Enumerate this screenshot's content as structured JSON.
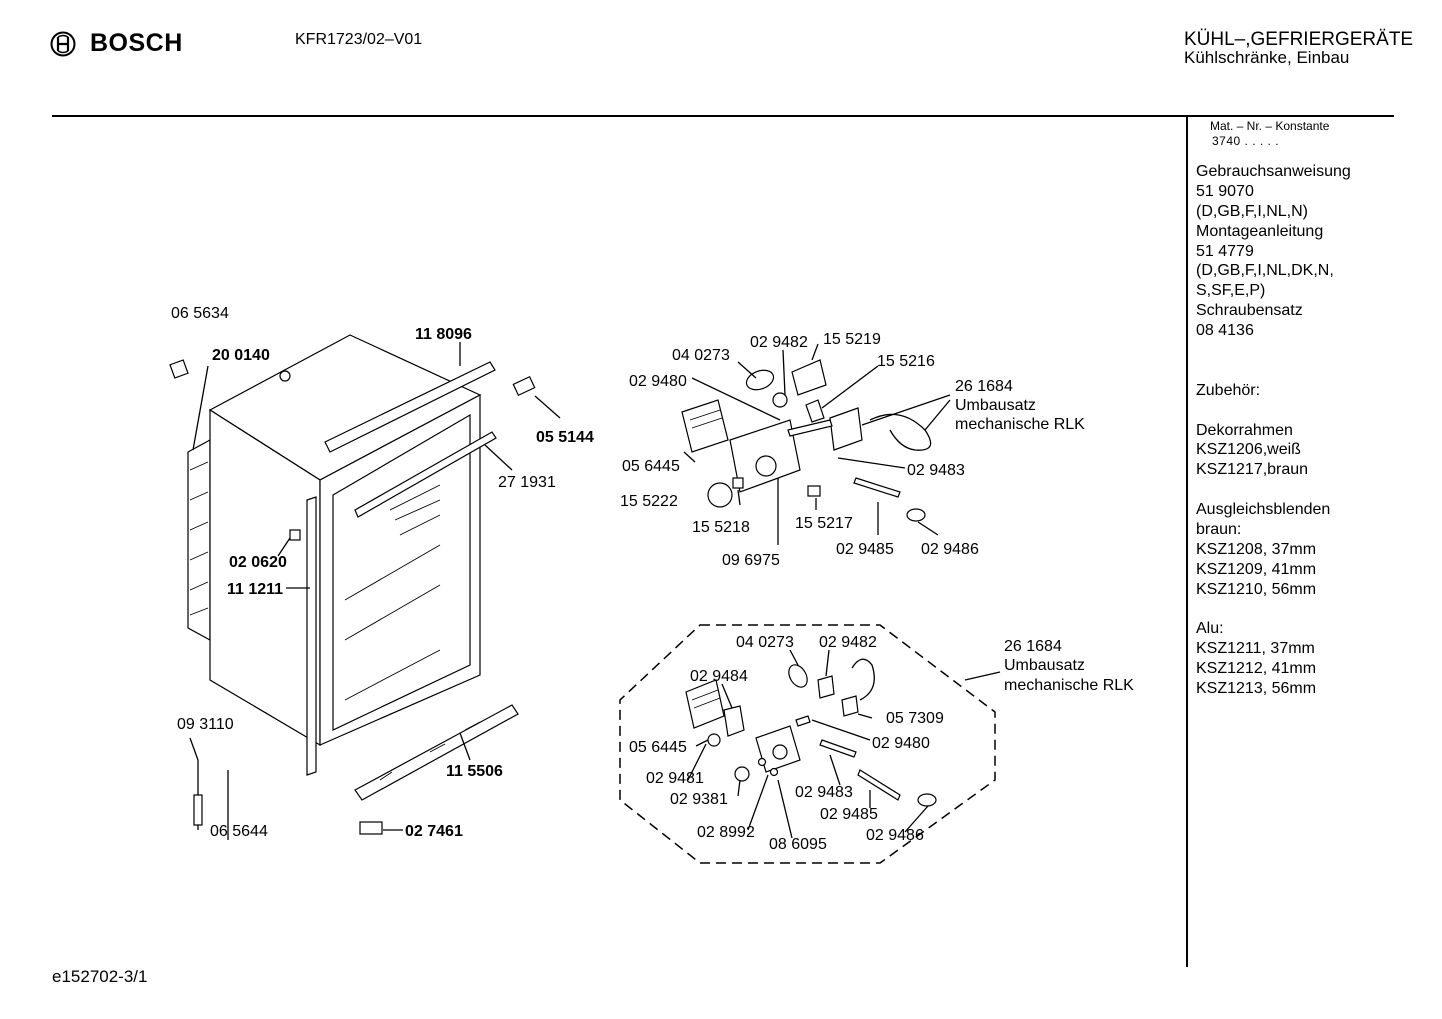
{
  "header": {
    "brand": "BOSCH",
    "model": "KFR1723/02–V01",
    "category_line1": "KÜHL–,GEFRIERGERÄTE",
    "category_line2": "Kühlschränke, Einbau",
    "logo_icon": "bosch-armature-icon"
  },
  "sidebar": {
    "matnr_label": "Mat. – Nr. – Konstante",
    "matnr_value": "3740  .   .   .   .   .",
    "lines": [
      "Gebrauchsanweisung",
      "51 9070",
      "(D,GB,F,I,NL,N)",
      "Montageanleitung",
      "51 4779",
      "(D,GB,F,I,NL,DK,N,",
      "S,SF,E,P)",
      "Schraubensatz",
      "08 4136",
      "",
      "",
      "Zubehör:",
      "",
      "Dekorrahmen",
      "KSZ1206,weiß",
      "KSZ1217,braun",
      "",
      "Ausgleichsblenden",
      "braun:",
      "KSZ1208, 37mm",
      "KSZ1209, 41mm",
      "KSZ1210, 56mm",
      "",
      "Alu:",
      "KSZ1211, 37mm",
      "KSZ1212, 41mm",
      "KSZ1213, 56mm"
    ]
  },
  "diagram": {
    "cabinet_labels": {
      "p065634": "06 5634",
      "p200140": "20 0140",
      "p118096": "11 8096",
      "p055144": "05 5144",
      "p271931": "27 1931",
      "p020620": "02 0620",
      "p111211": "11 1211",
      "p093110": "09 3110",
      "p065644": "06 5644",
      "p115506": "11 5506",
      "p027461": "02 7461"
    },
    "thermostat_labels": {
      "p040273": "04 0273",
      "p029482": "02 9482",
      "p155219": "15 5219",
      "p155216": "15 5216",
      "p029480": "02 9480",
      "p261684": "26 1684",
      "umbausatz": "Umbausatz",
      "mech_rlk": "mechanische RLK",
      "p056445": "05 6445",
      "p029483": "02 9483",
      "p155222": "15 5222",
      "p155218": "15 5218",
      "p155217": "15 5217",
      "p029485": "02 9485",
      "p029486": "02 9486",
      "p096975": "09 6975"
    },
    "kit_labels": {
      "p040273": "04 0273",
      "p029482": "02 9482",
      "p261684": "26 1684",
      "umbausatz": "Umbausatz",
      "mech_rlk": "mechanische RLK",
      "p029484": "02 9484",
      "p057309": "05 7309",
      "p056445": "05 6445",
      "p029480": "02 9480",
      "p029481": "02 9481",
      "p029381": "02 9381",
      "p029483": "02 9483",
      "p029485": "02 9485",
      "p028992": "02 8992",
      "p086095": "08 6095",
      "p029486": "02 9486"
    }
  },
  "footer": {
    "code": "e152702-3/1"
  }
}
